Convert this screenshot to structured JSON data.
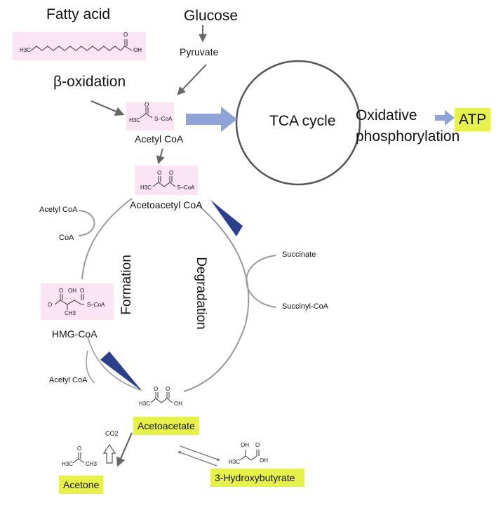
{
  "labels": {
    "fatty_acid": "Fatty acid",
    "glucose": "Glucose",
    "pyruvate": "Pyruvate",
    "beta_oxidation": "β-oxidation",
    "acetyl_coa": "Acetyl CoA",
    "tca_cycle": "TCA cycle",
    "oxidative_line1": "Oxidative",
    "oxidative_line2": "phosphorylation",
    "atp": "ATP",
    "acetoacetyl_coa": "Acetoacetyl CoA",
    "acetyl_coa_small": "Acetyl CoA",
    "coa_small": "CoA",
    "formation": "Formation",
    "degradation": "Degradation",
    "succinate": "Succinate",
    "succinyl_coa": "Succinyl-CoA",
    "hmg_coa": "HMG-CoA",
    "acetyl_coa_small2": "Acetyl CoA",
    "acetoacetate": "Acetoacetate",
    "co2": "CO2",
    "acetone": "Acetone",
    "hydroxybutyrate": "3-Hydroxybutyrate"
  },
  "structure_text": {
    "fa_h3c": "H3C",
    "fa_oh": "OH",
    "fa_o": "O",
    "ac_h3c": "H3C",
    "ac_scoa": "S–CoA",
    "ac_o": "O",
    "aac_h3c": "H3C",
    "aac_scoa": "S–CoA",
    "aac_o1": "O",
    "aac_o2": "O",
    "hmg_o1": "O",
    "hmg_oh": "OH",
    "hmg_o2": "O",
    "hmg_scoa": "S–CoA",
    "hmg_ch3": "CH3",
    "hmg_o3": "O",
    "aa_h3c": "H3C",
    "aa_oh": "OH",
    "aa_o1": "O",
    "aa_o2": "O",
    "ace_h3c": "H3C",
    "ace_ch3": "CH3",
    "ace_o": "O",
    "hb_h3c": "H3C",
    "hb_oh1": "OH",
    "hb_oh2": "OH",
    "hb_o": "O"
  },
  "colors": {
    "highlight": "#e6f24a",
    "structure_bg": "#fbe4f3",
    "big_arrow": "#8fa3d6",
    "wedge": "#2b3f8c",
    "line_gray": "#808080",
    "arrow_gray": "#666666"
  }
}
